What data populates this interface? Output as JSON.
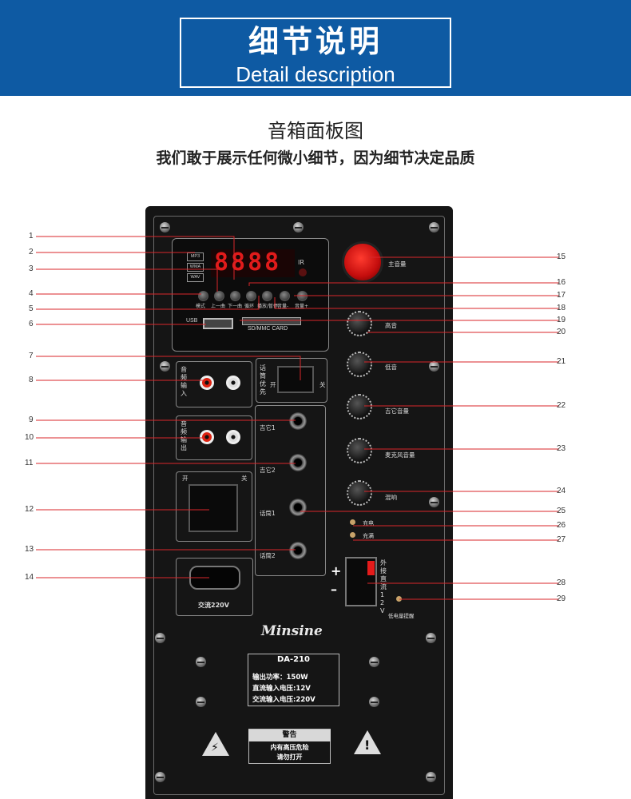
{
  "banner": {
    "title_cn": "细节说明",
    "title_en": "Detail description"
  },
  "heading": {
    "title": "音箱面板图",
    "subtitle": "我们敢于展示任何微小细节，因为细节决定品质"
  },
  "display": {
    "digits": "8888",
    "ir": "IR",
    "formats": [
      "MP3",
      "WMA",
      "WAV"
    ]
  },
  "buttons": [
    "模式",
    "上一曲",
    "下一曲",
    "循环",
    "播放/暂停",
    "音量-",
    "音量+"
  ],
  "usb_label": "USB",
  "sd_label": "SD/MMC CARD",
  "audio_in_label": "音频输入",
  "audio_out_label": "音频输出",
  "mic_priority_label": "话筒优先",
  "mic_priority_on": "开",
  "mic_priority_off": "关",
  "power_switch": {
    "on": "开",
    "off": "关"
  },
  "jacks": [
    "吉它1",
    "吉它2",
    "话筒1",
    "话筒2"
  ],
  "master_volume_label": "主音量",
  "knobs": [
    "高音",
    "低音",
    "吉它音量",
    "麦克风音量",
    "混响"
  ],
  "leds": [
    "充电",
    "充满"
  ],
  "ac_label": "交流220V",
  "dc_label": "外接直流12V",
  "low_battery_label": "低电量提醒",
  "brand": "Minsine",
  "info": {
    "model": "DA-210",
    "lines": [
      "输出功率：150W",
      "直流输入电压:12V",
      "交流输入电压:220V"
    ]
  },
  "warning": {
    "title": "警告",
    "lines": [
      "内有高压危险",
      "请勿打开"
    ]
  },
  "accent_colors": {
    "banner": "#0e5aa3",
    "callout": "#d9262a",
    "lcd": "#e11b1b",
    "panel": "#151515"
  },
  "callouts_left": [
    "1",
    "2",
    "3",
    "4",
    "5",
    "6",
    "7",
    "8",
    "9",
    "10",
    "11",
    "12",
    "13",
    "14"
  ],
  "callouts_right": [
    "15",
    "16",
    "17",
    "18",
    "19",
    "20",
    "21",
    "22",
    "23",
    "24",
    "25",
    "26",
    "27",
    "28",
    "29"
  ]
}
